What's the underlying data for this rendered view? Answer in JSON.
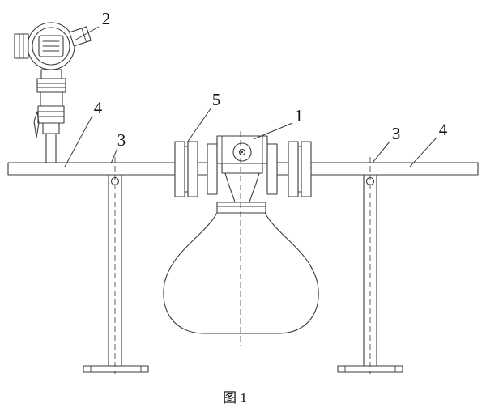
{
  "diagram": {
    "caption": "图 1",
    "callouts": {
      "c1": "1",
      "c2": "2",
      "c3_left": "3",
      "c3_right": "3",
      "c4_left": "4",
      "c4_right": "4",
      "c5": "5"
    },
    "colors": {
      "background": "#ffffff",
      "line": "#3b3b3b",
      "text": "#161616"
    }
  }
}
